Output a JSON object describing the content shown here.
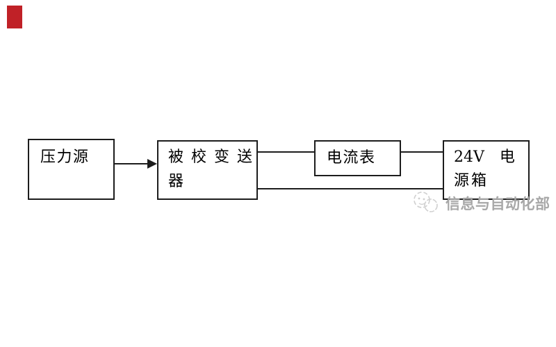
{
  "page": {
    "background": "#ffffff"
  },
  "marker": {
    "description": "small solid red rectangle in top-left corner",
    "color": "#c02127"
  },
  "diagram": {
    "type": "block-diagram",
    "line_color": "#1c1c1c",
    "nodes": [
      {
        "id": "pressure-source",
        "label": "压力源"
      },
      {
        "id": "transmitter-under-calibration",
        "line1": "被校变送",
        "line2": "器"
      },
      {
        "id": "ammeter",
        "label": "电流表"
      },
      {
        "id": "power-supply-box",
        "line1": "24V　电",
        "line2": "源箱"
      }
    ],
    "connections": [
      {
        "from": "pressure-source",
        "to": "transmitter-under-calibration",
        "style": "arrow"
      },
      {
        "from": "transmitter-under-calibration",
        "to": "ammeter",
        "style": "line"
      },
      {
        "from": "ammeter",
        "to": "power-supply-box",
        "style": "line"
      },
      {
        "from": "transmitter-under-calibration",
        "to": "power-supply-box",
        "style": "line"
      }
    ]
  },
  "watermark": {
    "logo": "hand-drawn-doodle-logo",
    "text": "信息与自动化部",
    "color": "#a8a8a8"
  }
}
